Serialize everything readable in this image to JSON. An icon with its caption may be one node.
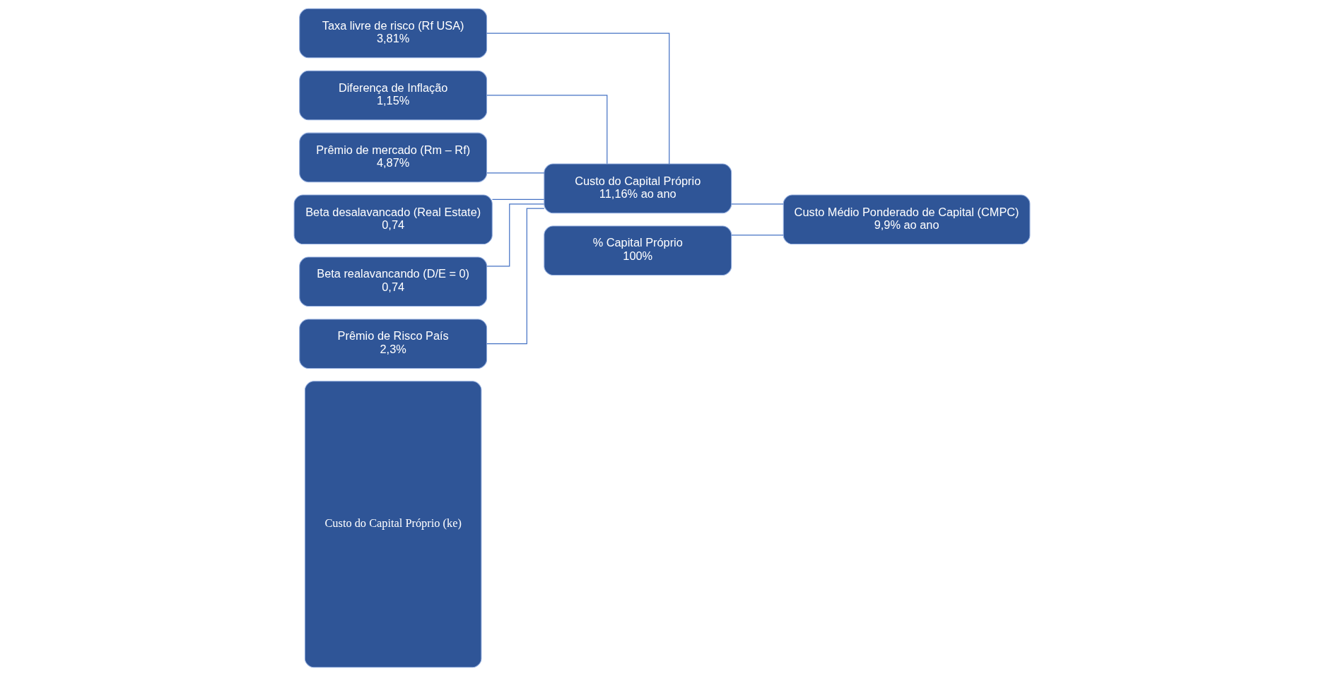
{
  "diagram": {
    "nodes": [
      {
        "text": [
          "Custo do Capital Próprio (ke)"
        ]
      },
      {
        "text": [
          "Taxa livre de risco (Rf USA)",
          "3,81%"
        ]
      },
      {
        "text": [
          "Diferença de Inflação",
          "1,15%"
        ]
      },
      {
        "text": [
          "Prêmio de mercado (Rm – Rf)",
          "4,87%"
        ]
      },
      {
        "text": [
          "Beta desalavancado (Real Estate)",
          "0,74"
        ]
      },
      {
        "text": [
          "Beta realavancando (D/E = 0)",
          "0,74"
        ]
      },
      {
        "text": [
          "Prêmio de Risco País",
          "2,3%"
        ]
      },
      {
        "text": [
          "Custo do Capital Próprio",
          "11,16% ao ano"
        ]
      },
      {
        "text": [
          "Custo Médio Ponderado de Capital (CMPC)",
          "9,9% ao ano"
        ]
      },
      {
        "text": [
          "% Capital Próprio",
          "100%"
        ]
      }
    ],
    "edges": [
      {
        "from": 1,
        "to": 7,
        "arrow": "none"
      },
      {
        "from": 2,
        "to": 7,
        "arrow": "none"
      },
      {
        "from": 3,
        "to": 7,
        "arrow": "none"
      },
      {
        "from": 4,
        "to": 7,
        "arrow": "none"
      },
      {
        "from": 5,
        "to": 7,
        "arrow": "none"
      },
      {
        "from": 6,
        "to": 7,
        "arrow": "none"
      },
      {
        "from": 7,
        "to": 8,
        "arrow": "none"
      },
      {
        "from": 9,
        "to": 8,
        "arrow": "none"
      }
    ]
  }
}
